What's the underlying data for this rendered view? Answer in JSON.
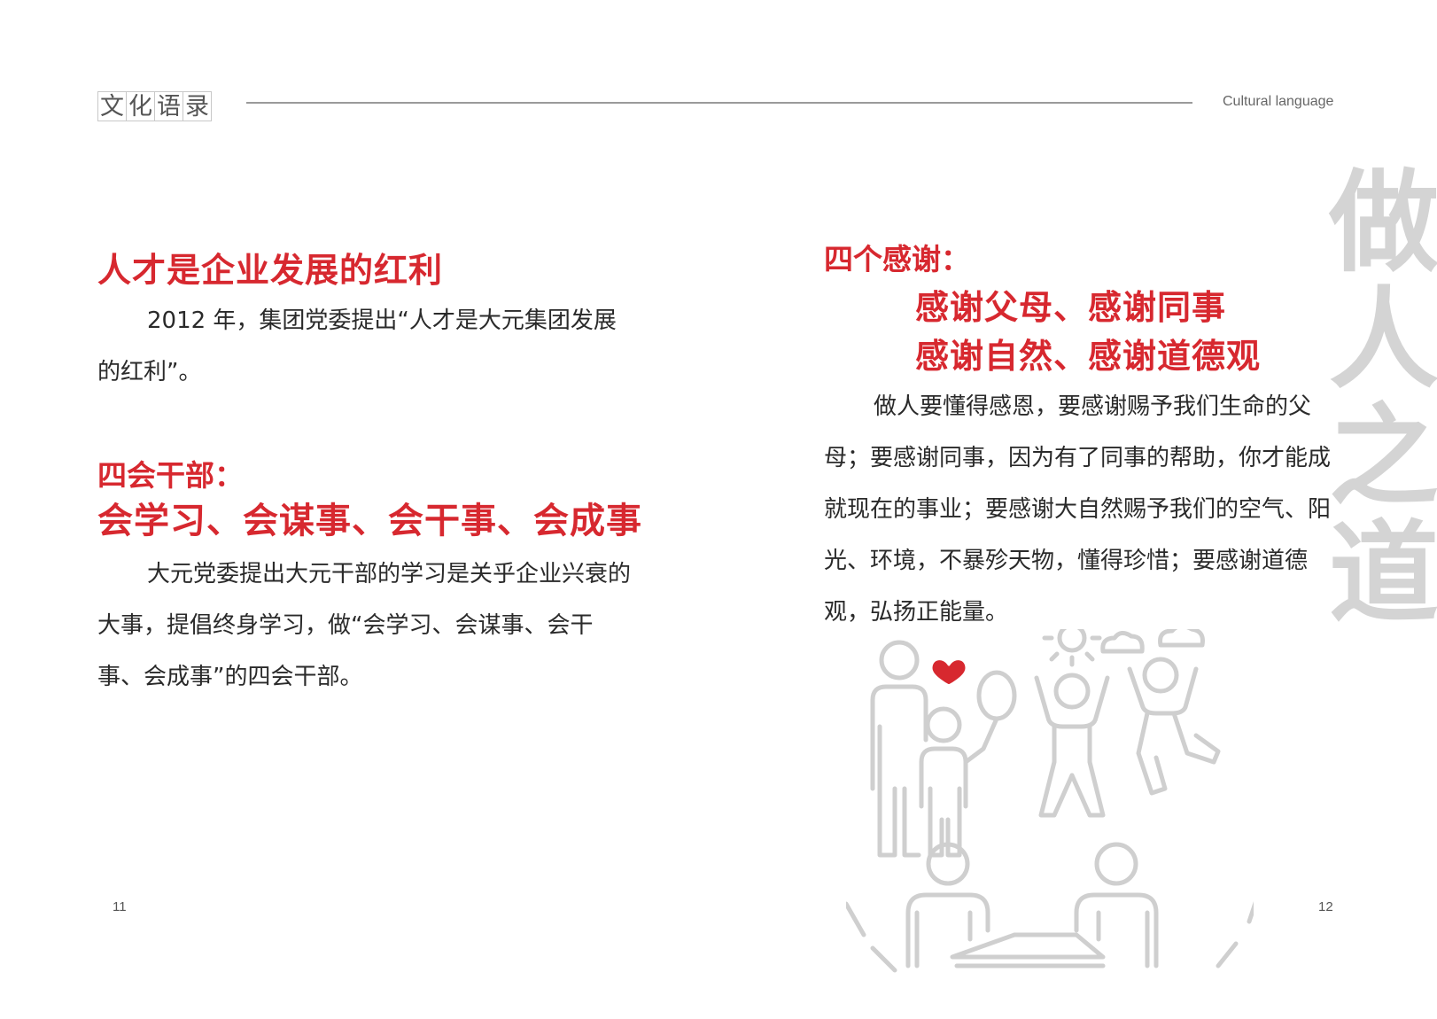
{
  "header": {
    "title_chars": [
      "文",
      "化",
      "语",
      "录"
    ],
    "subtitle_en": "Cultural language"
  },
  "left_page": {
    "title": "人才是企业发展的红利",
    "paragraph1": "2012 年，集团党委提出“人才是大元集团发展的红利”。",
    "section_label": "四会干部：",
    "section_title": "会学习、会谋事、会干事、会成事",
    "paragraph2": "大元党委提出大元干部的学习是关乎企业兴衰的大事，提倡终身学习，做“会学习、会谋事、会干事、会成事”的四会干部。",
    "page_number": "11"
  },
  "right_page": {
    "section_label": "四个感谢：",
    "thanks_line1": "感谢父母、感谢同事",
    "thanks_line2": "感谢自然、感谢道德观",
    "paragraph": "做人要懂得感恩，要感谢赐予我们生命的父母；要感谢同事，因为有了同事的帮助，你才能成就现在的事业；要感谢大自然赐予我们的空气、阳光、环境，不暴殄天物，懂得珍惜；要感谢道德观，弘扬正能量。",
    "vertical_title": [
      "做",
      "人",
      "之",
      "道"
    ],
    "page_number": "12",
    "illustration_icon": "family-community-illustration-icon"
  },
  "colors": {
    "accent_red": "#d7282f",
    "watermark_gray": "#d4d4d4",
    "rule_gray": "#9a9a9a"
  }
}
